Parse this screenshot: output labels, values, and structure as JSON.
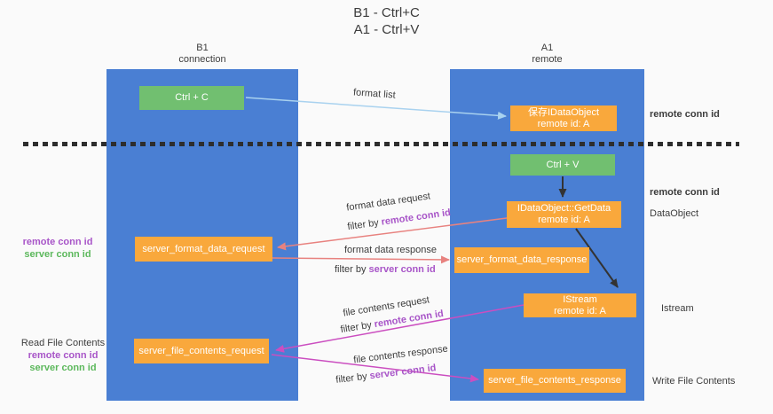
{
  "title": {
    "line1": "B1 - Ctrl+C",
    "line2": "A1 - Ctrl+V"
  },
  "lanes": {
    "b1": {
      "title": "B1",
      "subtitle": "connection"
    },
    "a1": {
      "title": "A1",
      "subtitle": "remote"
    }
  },
  "nodes": {
    "ctrl_c": {
      "label": "Ctrl + C"
    },
    "ctrl_v": {
      "label": "Ctrl + V"
    },
    "save_idataobject": {
      "line1": "保存IDataObject",
      "line2": "remote id: A"
    },
    "idataobject_getdata": {
      "line1": "IDataObject::GetData",
      "line2": "remote id: A"
    },
    "istream": {
      "line1": "IStream",
      "line2": "remote id: A"
    },
    "server_format_data_request": {
      "label": "server_format_data_request"
    },
    "server_format_data_response": {
      "label": "server_format_data_response"
    },
    "server_file_contents_request": {
      "label": "server_file_contents_request"
    },
    "server_file_contents_response": {
      "label": "server_file_contents_response"
    }
  },
  "edge_labels": {
    "format_list": "format list",
    "format_data_request": "format data request",
    "format_data_response": "format data response",
    "file_contents_request": "file contents request",
    "file_contents_response": "file contents response",
    "filter_by": "filter by ",
    "remote_conn_id": "remote conn id",
    "server_conn_id": "server conn id"
  },
  "annotations": {
    "remote_conn_id": "remote conn id",
    "server_conn_id": "server conn id",
    "dataobject": "DataObject",
    "istream": "Istream",
    "read_file_contents": "Read File Contents",
    "write_file_contents": "Write File Contents"
  },
  "colors": {
    "lane_blue": "#4a7fd3",
    "node_green": "#71bf70",
    "node_orange": "#f9a83c",
    "arrow_light_blue": "#a9d2ef",
    "arrow_salmon": "#e8827f",
    "arrow_magenta": "#cb4ec0",
    "arrow_black": "#333333",
    "annotation_purple": "#a855c8",
    "annotation_green": "#5cb85c",
    "dashed_divider": "#2d2d2d"
  }
}
